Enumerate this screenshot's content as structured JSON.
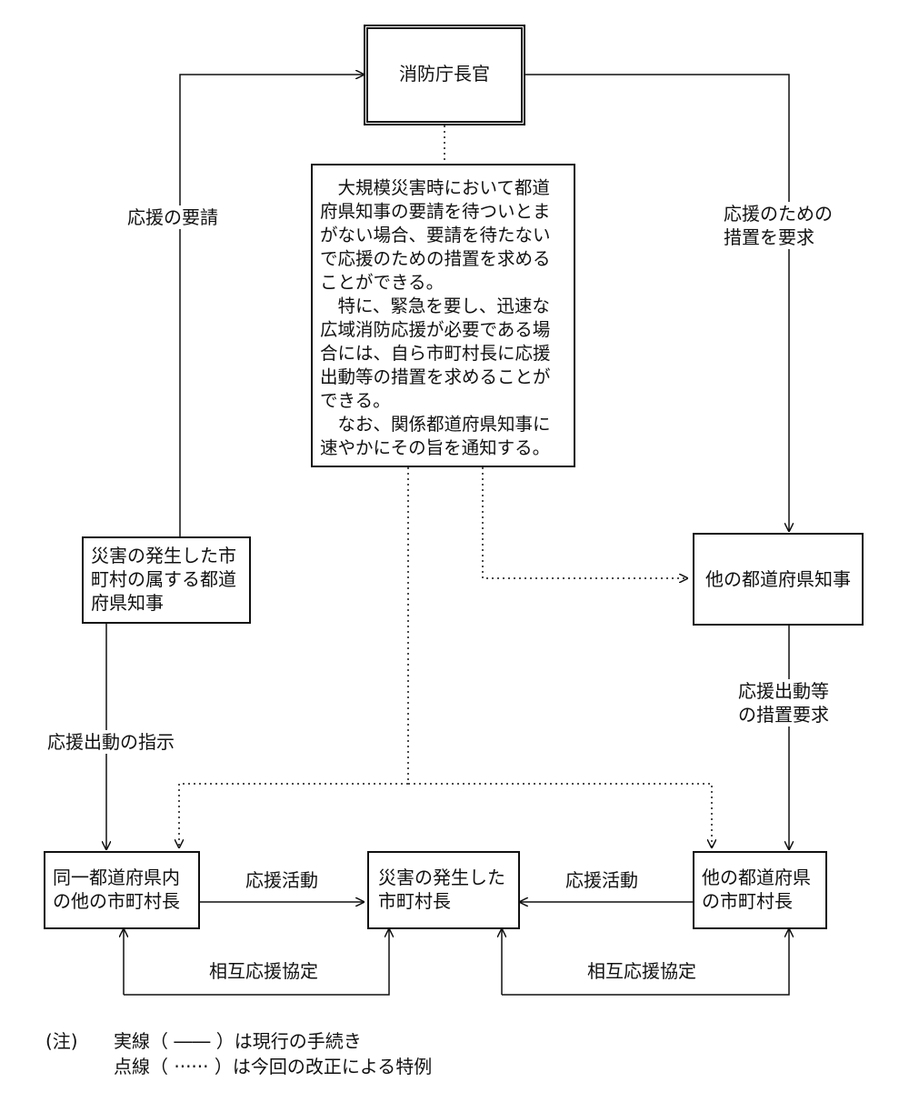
{
  "boxes": {
    "fdma": "消防庁長官",
    "note_box": "　大規模災害時において都道\n府県知事の要請を待ついとま\nがない場合、要請を待たない\nで応援のための措置を求める\nことができる。\n　特に、緊急を要し、迅速な\n広域消防応援が必要である場\n合には、自ら市町村長に応援\n出動等の措置を求めることが\nできる。\n　なお、関係都道府県知事に\n速やかにその旨を通知する。",
    "affected_pref_governor": "災害の発生した市\n町村の属する都道\n府県知事",
    "other_pref_governor": "他の都道府県知事",
    "same_pref_mayors": "同一都道府県内\nの他の市町村長",
    "affected_mayor": "災害の発生した\n市町村長",
    "other_pref_mayors": "他の都道府県\nの市町村長"
  },
  "labels": {
    "request_support": "応援の要請",
    "request_measures": "応援のための\n措置を要求",
    "dispatch_instruction": "応援出動の指示",
    "dispatch_request": "応援出動等\nの措置要求",
    "support_left": "応援活動",
    "support_right": "応援活動",
    "mutual_left": "相互応援協定",
    "mutual_right": "相互応援協定"
  },
  "footnote": {
    "prefix": "(注)",
    "line1": "実線（ ―― ）は現行の手続き",
    "line2": "点線（ ······ ）は今回の改正による特例"
  }
}
